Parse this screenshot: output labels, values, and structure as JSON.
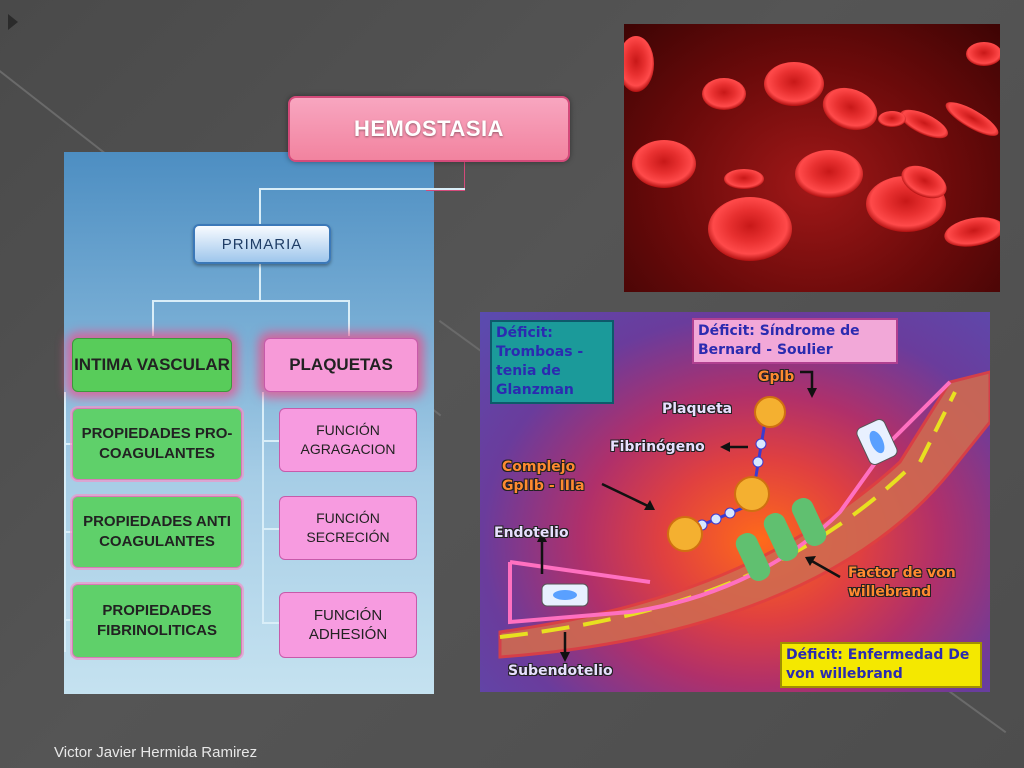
{
  "footer": {
    "author": "Victor Javier Hermida Ramirez"
  },
  "title": "HEMOSTASIA",
  "primaria": "PRIMARIA",
  "categories": {
    "intima": "INTIMA VASCULAR",
    "plaquetas": "PLAQUETAS"
  },
  "intima_items": [
    "PROPIEDADES PRO-COAGULANTES",
    "PROPIEDADES ANTI COAGULANTES",
    "PROPIEDADES FIBRINOLITICAS"
  ],
  "plaquetas_items": [
    "FUNCIÓN AGRAGACION",
    "FUNCIÓN SECRECIÓN",
    "FUNCIÓN ADHESIÓN"
  ],
  "diagram": {
    "deficit_glanzman": "Déficit: Tromboas - tenia de Glanzman",
    "deficit_bernard": "Déficit: Síndrome de Bernard - Soulier",
    "gplb": "Gplb",
    "plaqueta": "Plaqueta",
    "fibrinogeno": "Fibrinógeno",
    "complejo": "Complejo GpIIb - IIIa",
    "endotelio": "Endotelio",
    "subendotelio": "Subendotelio",
    "factor": "Factor de von willebrand",
    "deficit_von": "Déficit: Enfermedad De von willebrand"
  },
  "colors": {
    "title_pink": "#f2839f",
    "green": "#58cc5a",
    "pink": "#f79ad8",
    "teal": "#1b9a9a",
    "yellow": "#f4e800"
  }
}
